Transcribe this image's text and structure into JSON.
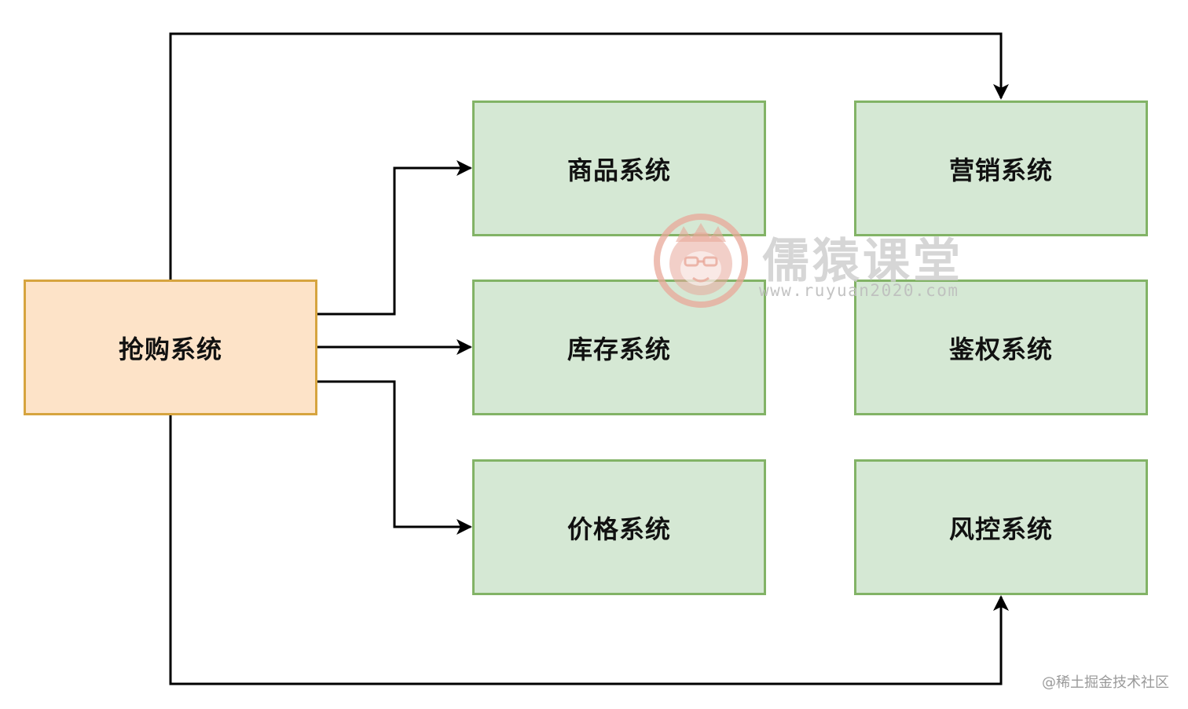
{
  "nodes": {
    "flash_sale": "抢购系统",
    "product": "商品系统",
    "inventory": "库存系统",
    "price": "价格系统",
    "marketing": "营销系统",
    "auth": "鉴权系统",
    "risk": "风控系统"
  },
  "watermark": {
    "title": "儒猿课堂",
    "url": "www.ruyuan2020.com"
  },
  "credit": "@稀土掘金技术社区",
  "colors": {
    "green_fill": "#d5e8d4",
    "green_border": "#82b366",
    "orange_fill": "#fde3c8",
    "orange_border": "#d6a43f",
    "edge": "#000000",
    "logo": "#e8a89a"
  }
}
